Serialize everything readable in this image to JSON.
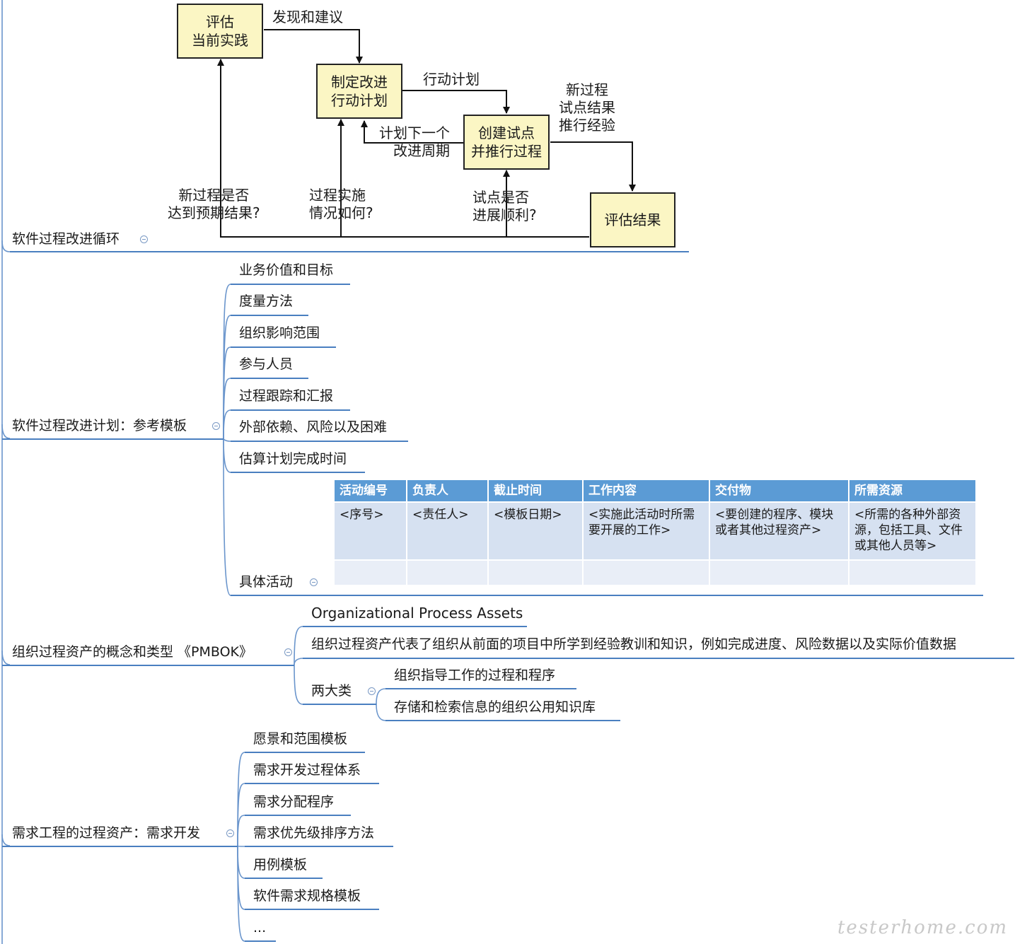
{
  "cycle": {
    "boxes": {
      "assess": [
        "评估",
        "当前实践"
      ],
      "plan": [
        "制定改进",
        "行动计划"
      ],
      "pilot": [
        "创建试点",
        "并推行过程"
      ],
      "evaluate": [
        "评估结果"
      ]
    },
    "labels": {
      "findings": "发现和建议",
      "action_plan": "行动计划",
      "next_cycle": [
        "计划下一个",
        "改进周期"
      ],
      "new_process": [
        "新过程",
        "试点结果",
        "推行经验"
      ],
      "expected": [
        "新过程是否",
        "达到预期结果?"
      ],
      "implementation": [
        "过程实施",
        "情况如何?"
      ],
      "pilot_ok": [
        "试点是否",
        "进展顺利?"
      ]
    },
    "topic": "软件过程改进循环"
  },
  "plan_template": {
    "topic": "软件过程改进计划：参考模板",
    "items": [
      "业务价值和目标",
      "度量方法",
      "组织影响范围",
      "参与人员",
      "过程跟踪和汇报",
      "外部依赖、风险以及困难",
      "估算计划完成时间"
    ],
    "activities_label": "具体活动",
    "table": {
      "headers": [
        "活动编号",
        "负责人",
        "截止时间",
        "工作内容",
        "交付物",
        "所需资源"
      ],
      "row": [
        "<序号>",
        "<责任人>",
        "<模板日期>",
        "<实施此活动时所需要开展的工作>",
        "<要创建的程序、模块或者其他过程资产>",
        "<所需的各种外部资源，包括工具、文件或其他人员等>"
      ]
    }
  },
  "opa": {
    "topic": "组织过程资产的概念和类型 《PMBOK》",
    "english": "Organizational Process Assets",
    "definition": "组织过程资产代表了组织从前面的项目中所学到经验教训和知识，例如完成进度、风险数据以及实际价值数据",
    "two_types_label": "两大类",
    "types": [
      "组织指导工作的过程和程序",
      "存储和检索信息的组织公用知识库"
    ]
  },
  "req_assets": {
    "topic": "需求工程的过程资产：需求开发",
    "items": [
      "愿景和范围模板",
      "需求开发过程体系",
      "需求分配程序",
      "需求优先级排序方法",
      "用例模板",
      "软件需求规格模板",
      "..."
    ]
  },
  "watermark": "testerhome.com"
}
